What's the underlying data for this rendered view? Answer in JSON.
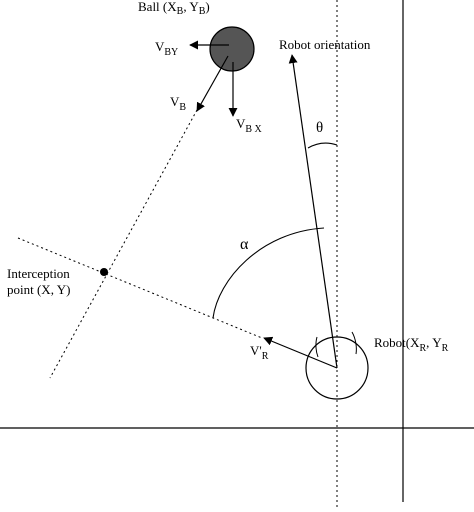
{
  "diagram": {
    "labels": {
      "ball": "Ball (X",
      "ball_sub_x": "B",
      "ball_mid": ", Y",
      "ball_sub_y": "B",
      "ball_end": ")",
      "vby": "V",
      "vby_sub": "BY",
      "vb": "V",
      "vb_sub": "B",
      "vbx": "V",
      "vbx_sub": "B X",
      "robot_orientation": "Robot orientation",
      "theta": "θ",
      "alpha": "α",
      "interception_line1": "Interception",
      "interception_line2": "point (X, Y)",
      "vr": "V'",
      "vr_sub": "R",
      "robot": "Robot(X",
      "robot_sub_x": "R",
      "robot_mid": ", Y",
      "robot_sub_y": "R"
    }
  }
}
